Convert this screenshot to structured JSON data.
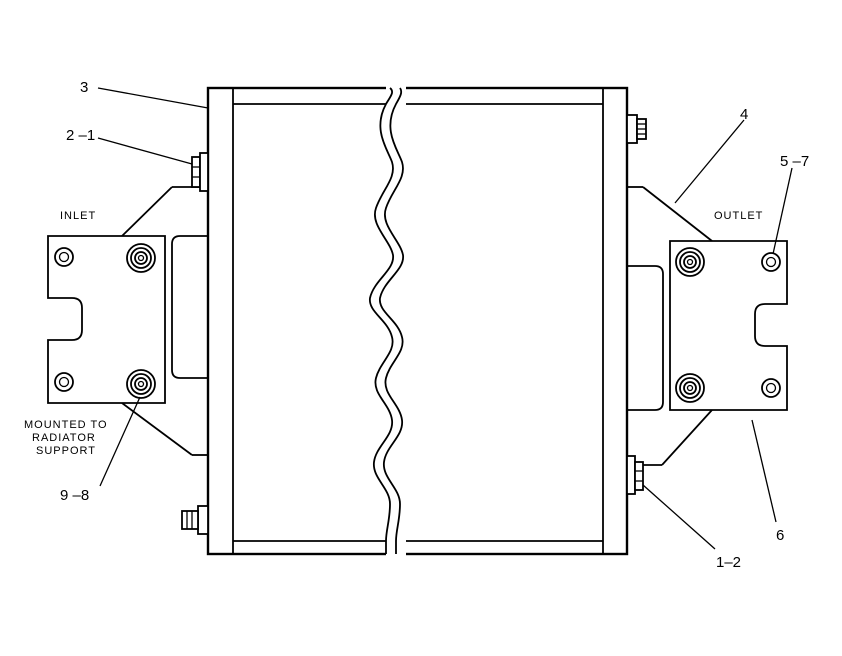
{
  "callouts": {
    "c3": "3",
    "c2_1": "2 –1",
    "c4": "4",
    "c5_7": "5 –7",
    "c9_8": "9  –8",
    "c6": "6",
    "c1_2": "1–2"
  },
  "captions": {
    "inlet": "INLET",
    "outlet": "OUTLET",
    "mounted_line1": "MOUNTED TO",
    "mounted_line2": "RADIATOR",
    "mounted_line3": "SUPPORT"
  }
}
